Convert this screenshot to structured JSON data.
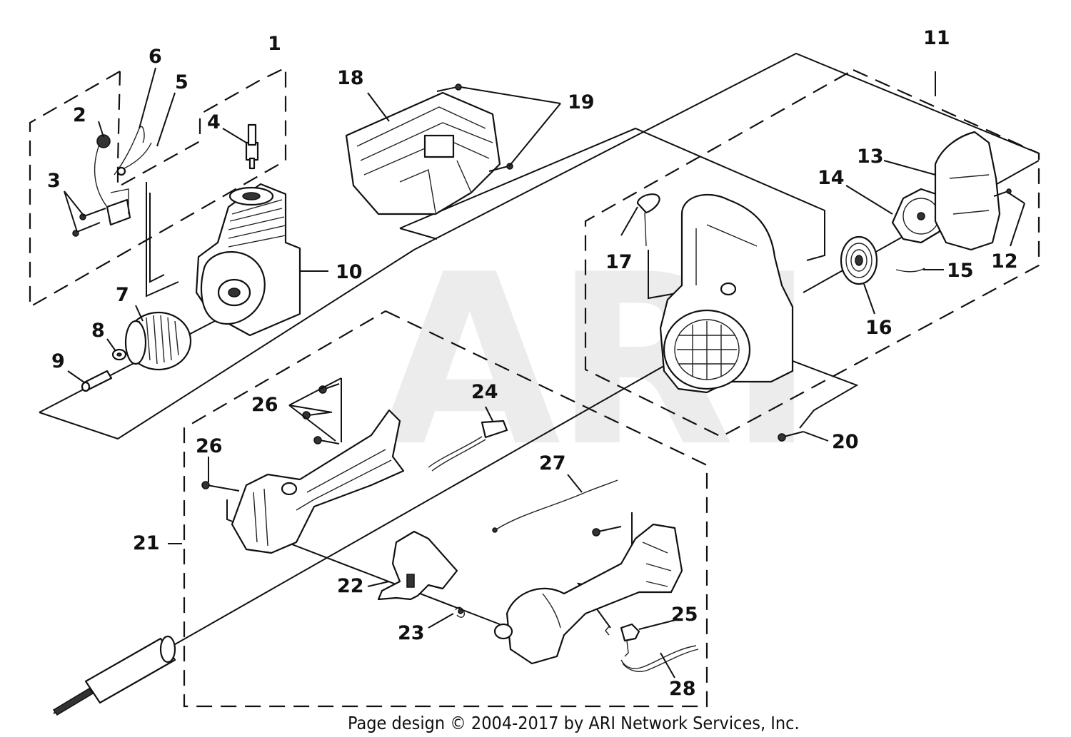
{
  "watermark": "ARI",
  "footer": "Page design © 2004-2017 by ARI Network Services, Inc.",
  "callouts": {
    "c1": "1",
    "c2": "2",
    "c3": "3",
    "c4": "4",
    "c5": "5",
    "c6": "6",
    "c7": "7",
    "c8": "8",
    "c9": "9",
    "c10": "10",
    "c11": "11",
    "c12": "12",
    "c13": "13",
    "c14": "14",
    "c15": "15",
    "c16": "16",
    "c17": "17",
    "c18": "18",
    "c19": "19",
    "c20": "20",
    "c21": "21",
    "c22": "22",
    "c23": "23",
    "c24": "24",
    "c25": "25",
    "c26a": "26",
    "c26b": "26",
    "c27": "27",
    "c28": "28"
  }
}
